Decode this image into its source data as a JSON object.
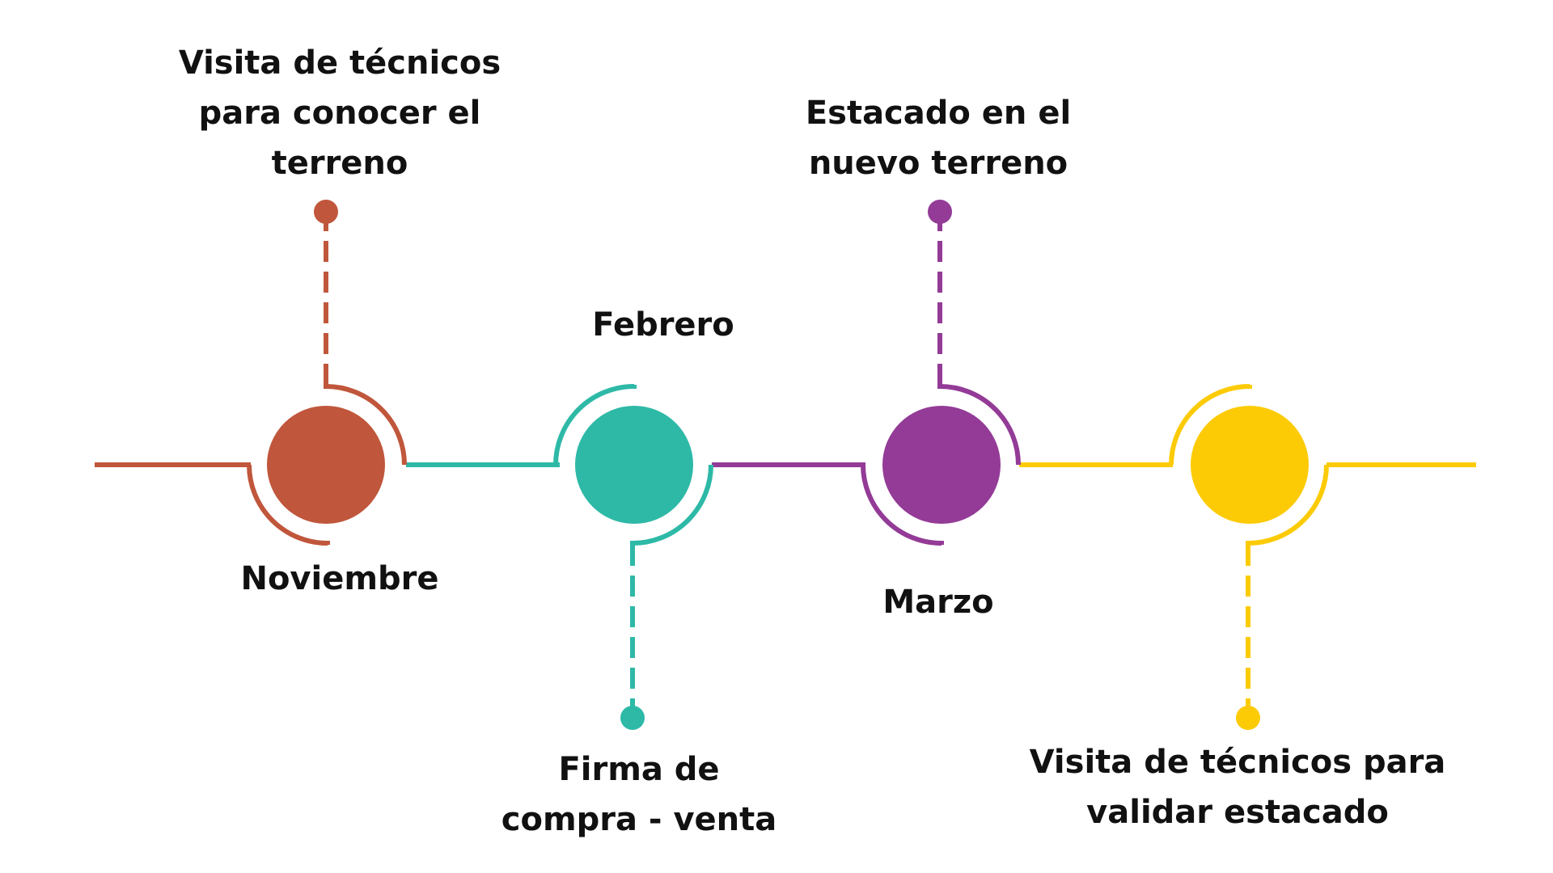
{
  "colors": {
    "november": "#C0563B",
    "february": "#2EB9A7",
    "march": "#933B97",
    "last": "#FCCB06",
    "text": "#111111"
  },
  "timeline": {
    "november": {
      "month": "Noviembre",
      "description_lines": [
        "Visita de técnicos",
        "para conocer el",
        "terreno"
      ]
    },
    "february": {
      "month": "Febrero",
      "description_lines": [
        "Firma de",
        "compra - venta"
      ]
    },
    "march": {
      "month": "Marzo",
      "description_lines": [
        "Estacado en el",
        "nuevo terreno"
      ]
    },
    "last": {
      "description_lines": [
        "Visita de técnicos para",
        "validar estacado"
      ]
    }
  }
}
